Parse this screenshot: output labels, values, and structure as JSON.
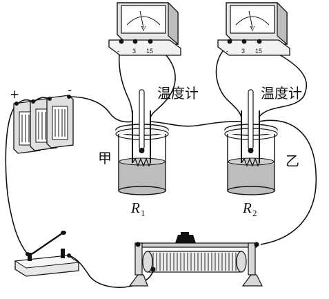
{
  "labels": {
    "thermometer_left": "温度计",
    "thermometer_right": "温度计",
    "jar_left_name": "甲",
    "jar_right_name": "乙",
    "r1_letter": "R",
    "r1_sub": "1",
    "r2_letter": "R",
    "r2_sub": "2",
    "battery_plus": "+",
    "battery_minus": "-"
  },
  "voltmeter_left": {
    "face_letter": "V",
    "terminals": [
      "-",
      "3",
      "15"
    ]
  },
  "voltmeter_right": {
    "face_letter": "V",
    "terminals": [
      "-",
      "3",
      "15"
    ]
  }
}
